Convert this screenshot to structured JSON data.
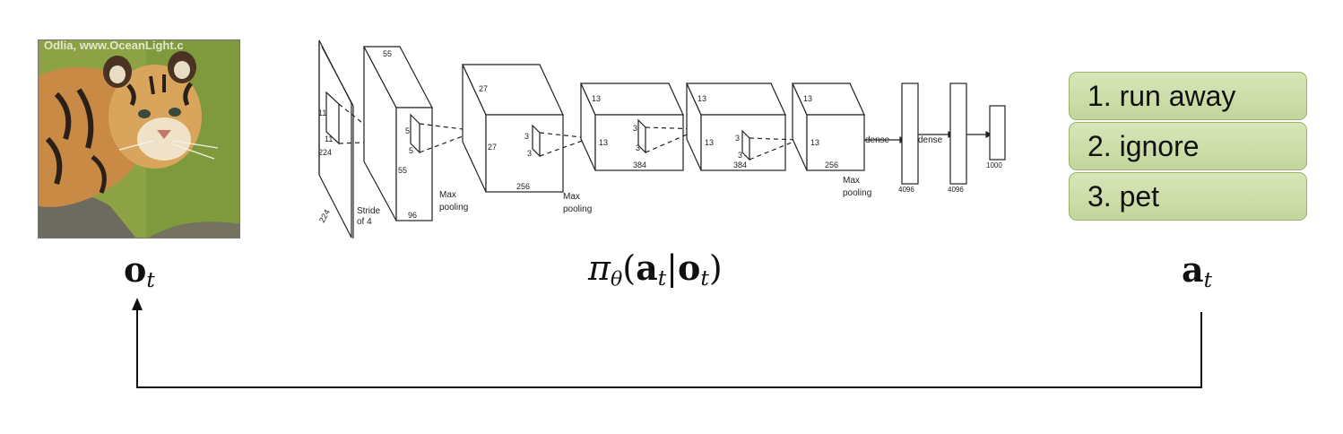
{
  "photo": {
    "watermark": "Odlia, www.OceanLight.c"
  },
  "labels": {
    "observation": "o",
    "observation_sub": "t",
    "action": "a",
    "action_sub": "t",
    "policy_pi": "π",
    "policy_theta": "θ",
    "policy_open": "(",
    "policy_a": "a",
    "policy_a_sub": "t",
    "policy_bar": "|",
    "policy_o": "o",
    "policy_o_sub": "t",
    "policy_close": ")"
  },
  "actions": [
    {
      "label": "1. run away"
    },
    {
      "label": "2. ignore"
    },
    {
      "label": "3. pet"
    }
  ],
  "network": {
    "input_11a": "11",
    "input_11b": "11",
    "input_224a": "224",
    "input_224b": "224",
    "stride": "Stride",
    "stride_of": "of 4",
    "c1_55a": "55",
    "c1_55b": "55",
    "c1_5a": "5",
    "c1_5b": "5",
    "c1_96": "96",
    "pool1a": "Max",
    "pool1b": "pooling",
    "c2_27a": "27",
    "c2_27b": "27",
    "c2_3a": "3",
    "c2_3b": "3",
    "c2_256": "256",
    "pool2a": "Max",
    "pool2b": "pooling",
    "c3_13a": "13",
    "c3_13b": "13",
    "c3_3a": "3",
    "c3_3b": "3",
    "c3_384": "384",
    "c4_13a": "13",
    "c4_13b": "13",
    "c4_3a": "3",
    "c4_3b": "3",
    "c4_384": "384",
    "c5_13a": "13",
    "c5_13b": "13",
    "c5_256": "256",
    "pool3a": "Max",
    "pool3b": "pooling",
    "dense1": "dense",
    "dense2": "dense",
    "fc1": "4096",
    "fc2": "4096",
    "fc3": "1000"
  },
  "colors": {
    "action_fill": "#c9daa6",
    "action_border": "#9bb46a",
    "line": "#111111"
  }
}
